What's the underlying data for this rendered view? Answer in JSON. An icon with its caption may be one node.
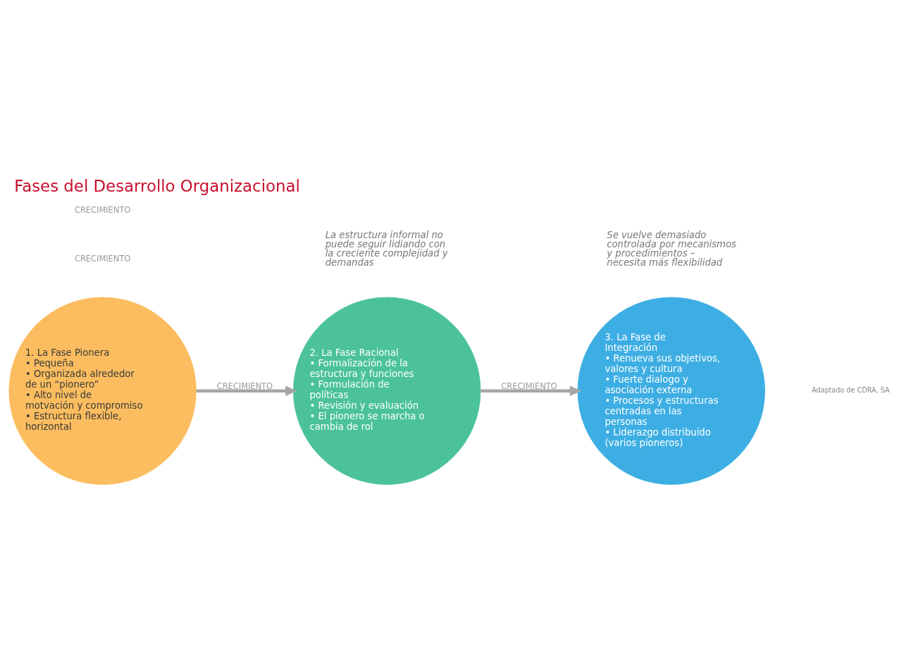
{
  "diagram": {
    "title": "Fases del Desarrollo Organizacional",
    "caption": "Adaptado de CDRA, SA",
    "nodes": [
      {
        "text": [
          "1. La Fase Pionera",
          "• Pequeña",
          "• Organizada alrededor de un “pionero”",
          "• Alto nivel de motvación y compromiso",
          "• Estructura flexible, horizontal"
        ]
      },
      {
        "text": [
          "2. La Fase Racional",
          "• Formalización de la estructura y funciones",
          "• Formulación de políticas",
          "• Revisión y evaluación",
          "• El pionero se marcha o cambia de rol"
        ]
      },
      {
        "text": [
          "3. La Fase de Integración",
          "• Renueva sus objetivos, valores y cultura",
          "• Fuerte dialogo y asociación externa",
          "• Procesos y estructuras centradas en las personas",
          "• Liderazgo distribuido (varios pioneros)"
        ]
      }
    ],
    "edges": [
      {
        "from": 0,
        "to": 1,
        "arrow": "to",
        "label": "CRECIMIENTO"
      },
      {
        "from": 1,
        "to": 2,
        "arrow": "to",
        "label": "CRECIMIENTO"
      }
    ],
    "labels": [
      "CRECIMIENTO",
      "CRECIMIENTO",
      "Se vuelve demasiado controlada por mecanismos y procedimientos – necesita más flexibilidad",
      "La estructura informal no puede seguir lidiando con la creciente complejidad y demandas"
    ]
  }
}
